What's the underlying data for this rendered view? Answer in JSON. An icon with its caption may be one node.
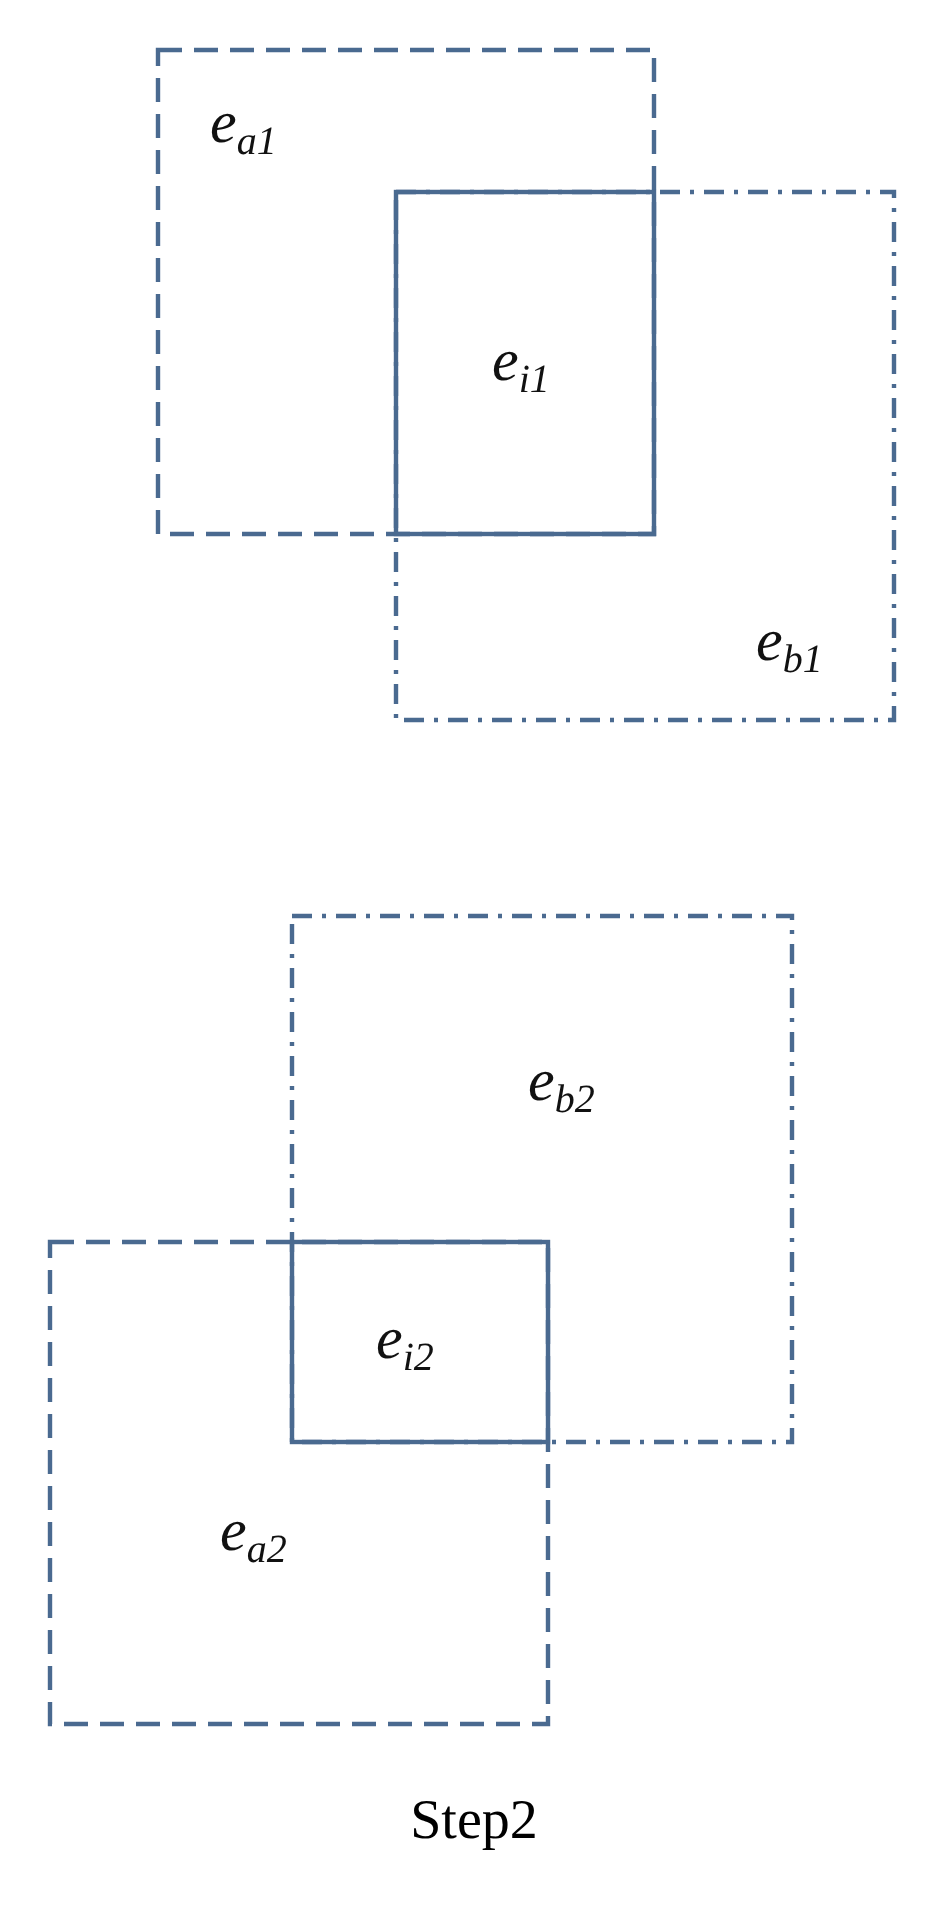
{
  "diagram": {
    "caption": "Step2",
    "nodes": [
      {
        "text": [
          "e$_{a1}$"
        ]
      },
      {
        "text": [
          "e$_{b1}$"
        ]
      },
      {
        "text": [
          "e$_{i1}$"
        ]
      },
      {
        "text": [
          "e$_{b2}$"
        ]
      },
      {
        "text": [
          "e$_{a2}$"
        ]
      },
      {
        "text": [
          "e$_{i2}$"
        ]
      }
    ]
  }
}
